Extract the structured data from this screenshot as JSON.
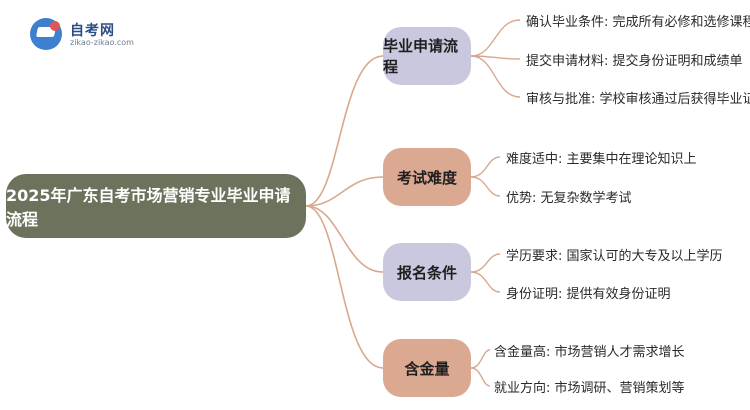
{
  "logo": {
    "title": "自考网",
    "subtitle": "zikao-zikao.com"
  },
  "root": {
    "label": "2025年广东自考市场营销专业毕业申请流程"
  },
  "branches": [
    {
      "label": "毕业申请流程",
      "leaves": [
        "确认毕业条件: 完成所有必修和选修课程",
        "提交申请材料: 提交身份证明和成绩单",
        "审核与批准: 学校审核通过后获得毕业证书"
      ]
    },
    {
      "label": "考试难度",
      "leaves": [
        "难度适中: 主要集中在理论知识上",
        "优势: 无复杂数学考试"
      ]
    },
    {
      "label": "报名条件",
      "leaves": [
        "学历要求: 国家认可的大专及以上学历",
        "身份证明: 提供有效身份证明"
      ]
    },
    {
      "label": "含金量",
      "leaves": [
        "含金量高: 市场营销人才需求增长",
        "就业方向: 市场调研、营销策划等"
      ]
    }
  ],
  "colors": {
    "root": "#6c735d",
    "branch_lavender": "#c9c8df",
    "branch_peach": "#dba891",
    "connector": "#d8a88e"
  }
}
